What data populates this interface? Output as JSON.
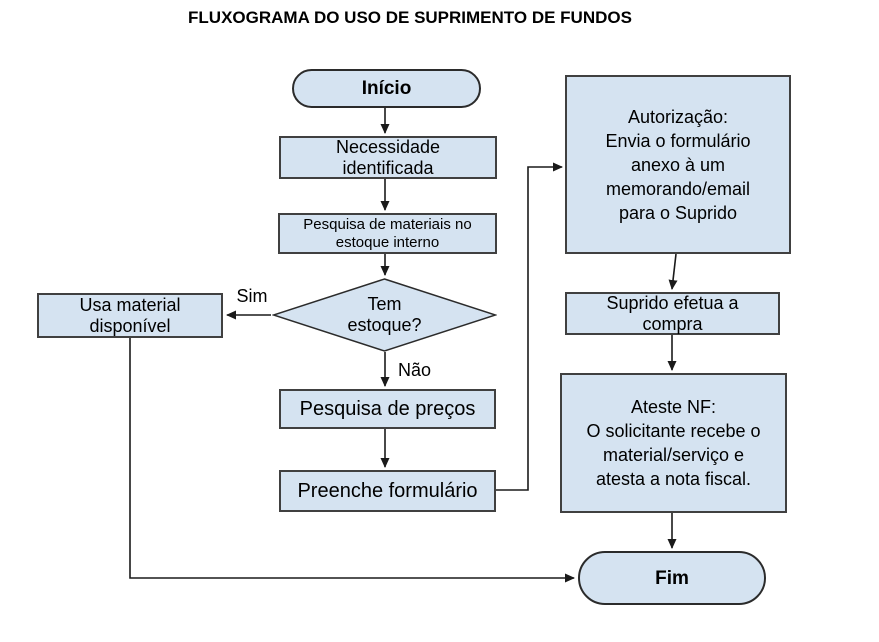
{
  "title": "FLUXOGRAMA DO USO DE SUPRIMENTO DE FUNDOS",
  "colors": {
    "node_fill": "#d5e3f1",
    "node_border": "#404040",
    "line": "#1a1a1a"
  },
  "nodes": {
    "inicio": {
      "label": "Início",
      "type": "terminator"
    },
    "necessidade": {
      "label": "Necessidade\nidentificada",
      "type": "process"
    },
    "pesquisa_materiais": {
      "label": "Pesquisa de materiais no\nestoque interno",
      "type": "process"
    },
    "tem_estoque": {
      "label": "Tem\nestoque?",
      "type": "decision"
    },
    "usa_material": {
      "label": "Usa material\ndisponível",
      "type": "process"
    },
    "pesquisa_precos": {
      "label": "Pesquisa de preços",
      "type": "process"
    },
    "preenche_formulario": {
      "label": "Preenche formulário",
      "type": "process"
    },
    "autorizacao": {
      "label": "Autorização:\nEnvia o formulário\nanexo à um\nmemorando/email\npara o Suprido",
      "type": "process"
    },
    "suprido_compra": {
      "label": "Suprido efetua a\ncompra",
      "type": "process"
    },
    "ateste_nf": {
      "label": "Ateste NF:\nO solicitante recebe o\nmaterial/serviço e\natesta a nota fiscal.",
      "type": "process"
    },
    "fim": {
      "label": "Fim",
      "type": "terminator"
    }
  },
  "edge_labels": {
    "sim": "Sim",
    "nao": "Não"
  }
}
